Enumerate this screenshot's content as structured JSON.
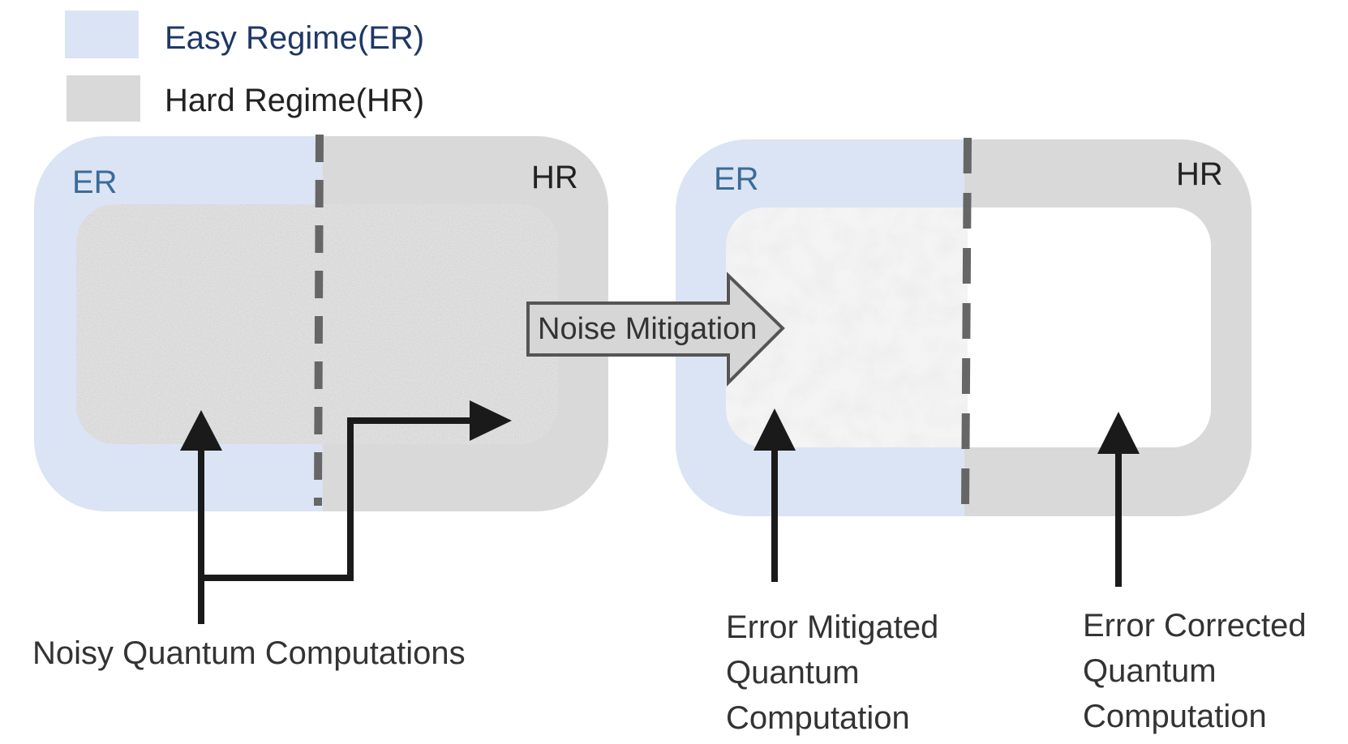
{
  "legend": {
    "items": [
      {
        "label": "Easy Regime(ER)",
        "color": "#dbe4f4",
        "text_color": "#1f3864"
      },
      {
        "label": "Hard Regime(HR)",
        "color": "#d9d9d9",
        "text_color": "#222222"
      }
    ]
  },
  "panels": [
    {
      "er_label": "ER",
      "hr_label": "HR",
      "state": "noisy"
    },
    {
      "er_label": "ER",
      "hr_label": "HR",
      "state": "mitigated-and-corrected"
    }
  ],
  "process_arrow": {
    "label": "Noise Mitigation"
  },
  "annotations": {
    "noisy": "Noisy Quantum Computations",
    "mitigated": [
      "Error Mitigated",
      "Quantum",
      "Computation"
    ],
    "corrected": [
      "Error Corrected",
      "Quantum",
      "Computation"
    ]
  },
  "colors": {
    "er_fill": "#dbe4f4",
    "hr_fill": "#d9d9d9",
    "er_text": "#3a6b9a",
    "divider": "#666666",
    "arrow": "#1a1a1a",
    "noise_arrow_fill": "#d6d6d6",
    "noise_arrow_stroke": "#555555"
  }
}
